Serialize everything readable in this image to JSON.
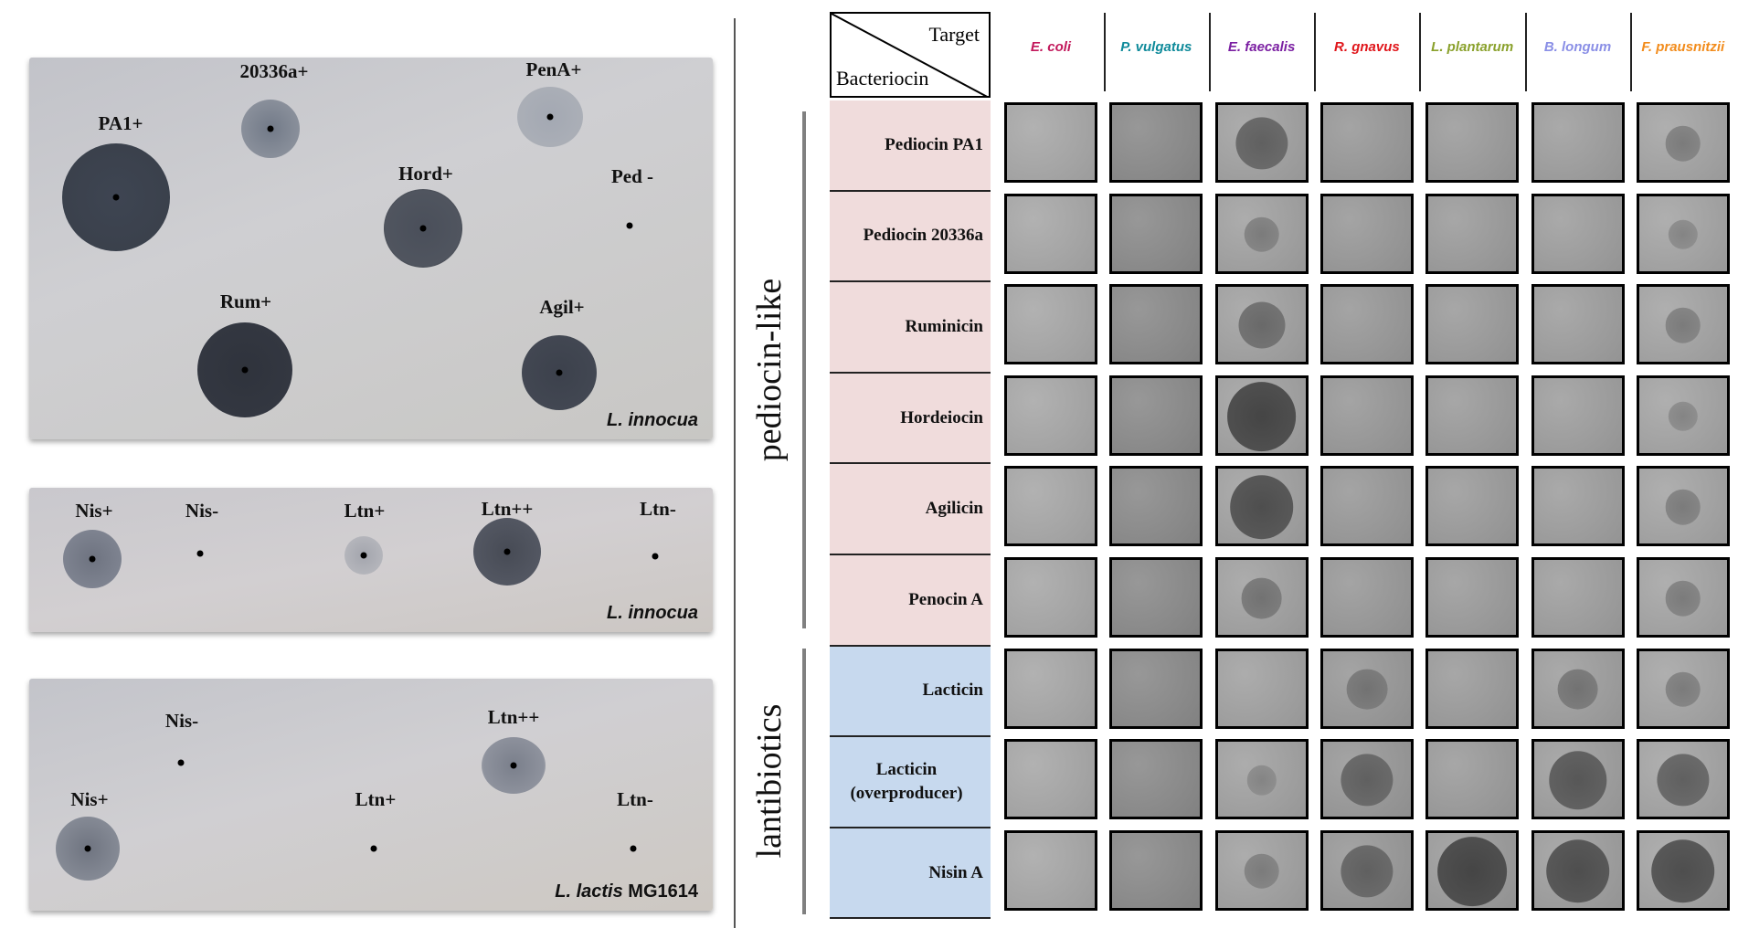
{
  "plates": [
    {
      "organism_italic": "L. innocua",
      "organism_extra": "",
      "labels": [
        "PA1+",
        "20336a+",
        "PenA+",
        "Hord+",
        "Ped -",
        "Rum+",
        "Agil+"
      ]
    },
    {
      "organism_italic": "L. innocua",
      "organism_extra": "",
      "labels": [
        "Nis+",
        "Nis-",
        "Ltn+",
        "Ltn++",
        "Ltn-"
      ]
    },
    {
      "organism_italic": "L. lactis",
      "organism_extra": " MG1614",
      "labels": [
        "Nis-",
        "Ltn++",
        "Nis+",
        "Ltn+",
        "Ltn-"
      ]
    }
  ],
  "table": {
    "corner_target": "Target",
    "corner_bacteriocin": "Bacteriocin",
    "columns": [
      {
        "name": "E. coli",
        "color": "#c2185b"
      },
      {
        "name": "P. vulgatus",
        "color": "#0e8a9a"
      },
      {
        "name": "E. faecalis",
        "color": "#7b1fa2"
      },
      {
        "name": "R. gnavus",
        "color": "#e0161b"
      },
      {
        "name": "L. plantarum",
        "color": "#8aa12c"
      },
      {
        "name": "B. longum",
        "color": "#8a8fe6"
      },
      {
        "name": "F. prausnitzii",
        "color": "#f28c1c"
      }
    ],
    "groups": [
      {
        "name": "pediocin-like",
        "color": "#f0dcdc"
      },
      {
        "name": "lantibiotics",
        "color": "#c7d9ee"
      }
    ],
    "rows": [
      {
        "label": "Pediocin PA1",
        "group": 0
      },
      {
        "label": "Pediocin 20336a",
        "group": 0
      },
      {
        "label": "Ruminicin",
        "group": 0
      },
      {
        "label": "Hordeiocin",
        "group": 0
      },
      {
        "label": "Agilicin",
        "group": 0
      },
      {
        "label": "Penocin A",
        "group": 0
      },
      {
        "label": "Lacticin",
        "group": 1
      },
      {
        "label": "Lacticin (overproducer)",
        "group": 1
      },
      {
        "label": "Nisin A",
        "group": 1
      }
    ],
    "inhibition": [
      [
        0,
        0,
        0.6,
        0,
        0,
        0,
        0.3
      ],
      [
        0,
        0,
        0.3,
        0,
        0,
        0,
        0.2
      ],
      [
        0,
        0,
        0.5,
        0,
        0,
        0,
        0.3
      ],
      [
        0,
        0,
        0.9,
        0,
        0,
        0,
        0.2
      ],
      [
        0,
        0,
        0.8,
        0,
        0,
        0,
        0.3
      ],
      [
        0,
        0,
        0.4,
        0,
        0,
        0,
        0.3
      ],
      [
        0,
        0,
        0,
        0.4,
        0,
        0.4,
        0.3
      ],
      [
        0,
        0,
        0.2,
        0.6,
        0,
        0.7,
        0.6
      ],
      [
        0,
        0,
        0.3,
        0.6,
        0.9,
        0.8,
        0.8
      ]
    ]
  }
}
